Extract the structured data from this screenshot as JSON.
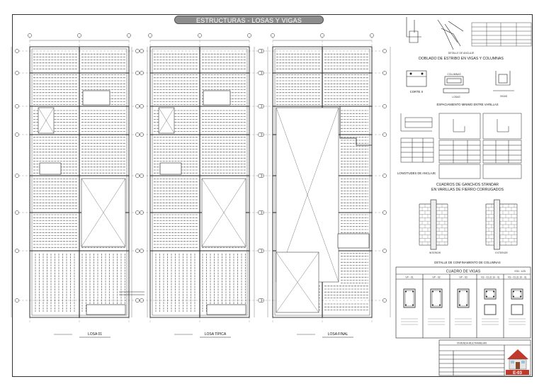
{
  "sheet": {
    "title": "ESTRUCTURAS - LOSAS Y VIGAS",
    "sheet_number": "E-03"
  },
  "plans": [
    {
      "id": "losa-01",
      "label": "LOSA 01"
    },
    {
      "id": "losa-tipica",
      "label": "LOSA TÍPICA"
    },
    {
      "id": "losa-final",
      "label": "LOSA FINAL"
    }
  ],
  "details": {
    "anchor_title_1": "DETALLE DE ANCLAJE",
    "anchor_title_2": "DOBLADO DE ESTRIBO EN VIGAS Y COLUMNAS",
    "corte_x": "CORTE X",
    "columnas": "COLUMNAS",
    "losas": "LOSAS",
    "vigas": "VIGAS",
    "spacing": "ESPACIAMIENTO MINIMO ENTRE VARILLAS",
    "anclaje": "LONGITUDES DE ANCLAJE",
    "ganchos_1": "CUADROS DE GANCHOS STANDAR",
    "ganchos_2": "EN VARILLAS DE FIERRO CORRUGADOS",
    "confinamiento": "DETALLE DE  CONFINAMIENTO DE COLUMNAS",
    "interior": "INTERIOR",
    "exterior": "EXTERIOR"
  },
  "beam_table": {
    "title": "CUADRO DE VIGAS",
    "scale": "ESC. 1/25",
    "columns": [
      "VP - 01",
      "VP - 02",
      "VP - 03",
      "VS - 01 (0.10 - 0)",
      "VS - 01 (0.10 - 0)"
    ]
  },
  "title_block": {
    "project": "VIVIENDA MULTIFAMILIAR"
  },
  "colors": {
    "line": "#222222",
    "title_bar": "#8d8d8d",
    "logo_red": "#c0392b"
  }
}
